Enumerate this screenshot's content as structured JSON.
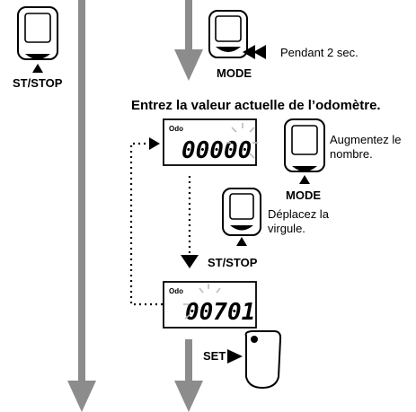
{
  "labels": {
    "st_stop_left": "ST/STOP",
    "mode_top": "MODE",
    "press_duration": "Pendant 2 sec.",
    "heading": "Entrez la valeur actuelle de l’odomètre.",
    "increase_note": "Augmentez le\nnombre.",
    "mode_mid": "MODE",
    "move_decimal_note": "Déplacez la\nvirgule.",
    "st_stop_mid": "ST/STOP",
    "set": "SET"
  },
  "screens": {
    "first": {
      "tag": "Odo",
      "digits": "00000"
    },
    "second": {
      "tag": "Odo",
      "digits": "00701"
    }
  },
  "icons": {
    "device": "cycle-computer-icon",
    "sensor": "wireless-sensor-icon",
    "blink": "blink-rays-icon"
  },
  "colors": {
    "flow_arrow": "#8c8c8c",
    "text": "#000000",
    "blink_rays": "#bdbdbd"
  }
}
